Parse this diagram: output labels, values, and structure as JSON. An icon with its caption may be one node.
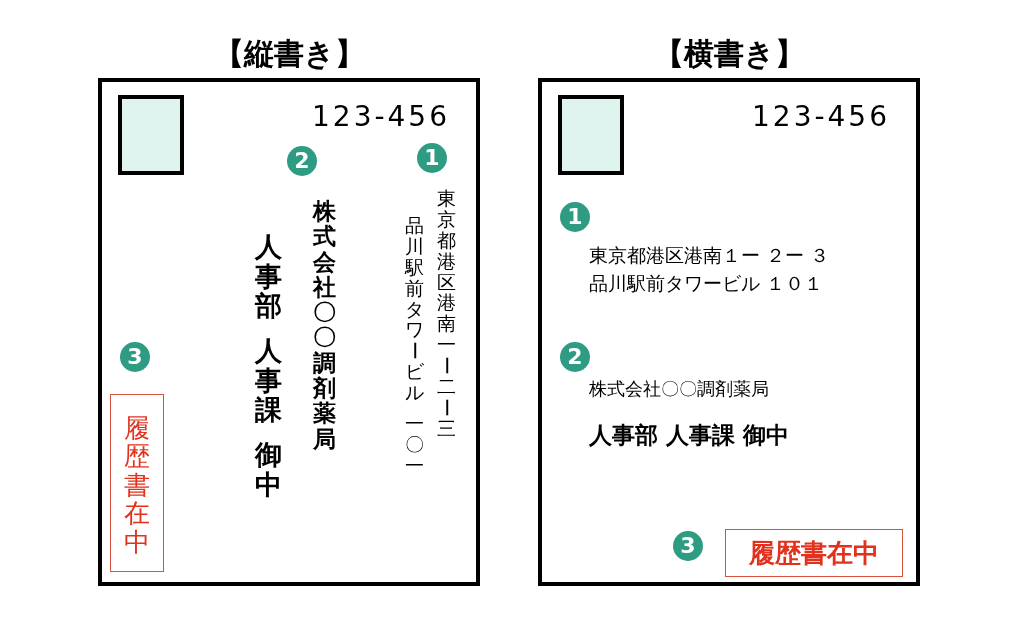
{
  "diagram": {
    "nodes": [
      {
        "text": [
          "【縦書き】"
        ]
      },
      {
        "text": [],
        "shape": "box",
        "in": 0
      },
      {
        "text": [
          "履歴書在中"
        ],
        "in": 0
      },
      {
        "text": [
          "【横書き】"
        ]
      },
      {
        "text": [],
        "shape": "box",
        "in": 3
      },
      {
        "text": [
          "履歴書在中"
        ],
        "in": 3
      }
    ],
    "labels": [
      "123-456",
      "1",
      "東京都港区港南一ー二ー三",
      "品川駅前タワービル",
      "一〇一",
      "2",
      "株式会社〇〇調剤薬局",
      "人事部",
      "人事課",
      "御中",
      "3",
      "123-456",
      "1",
      "東京都港区港南１ー ２ー ３",
      "品川駅前タワービル １０１",
      "2",
      "株式会社〇〇調剤薬局",
      "人事部 人事課 御中",
      "3"
    ]
  }
}
